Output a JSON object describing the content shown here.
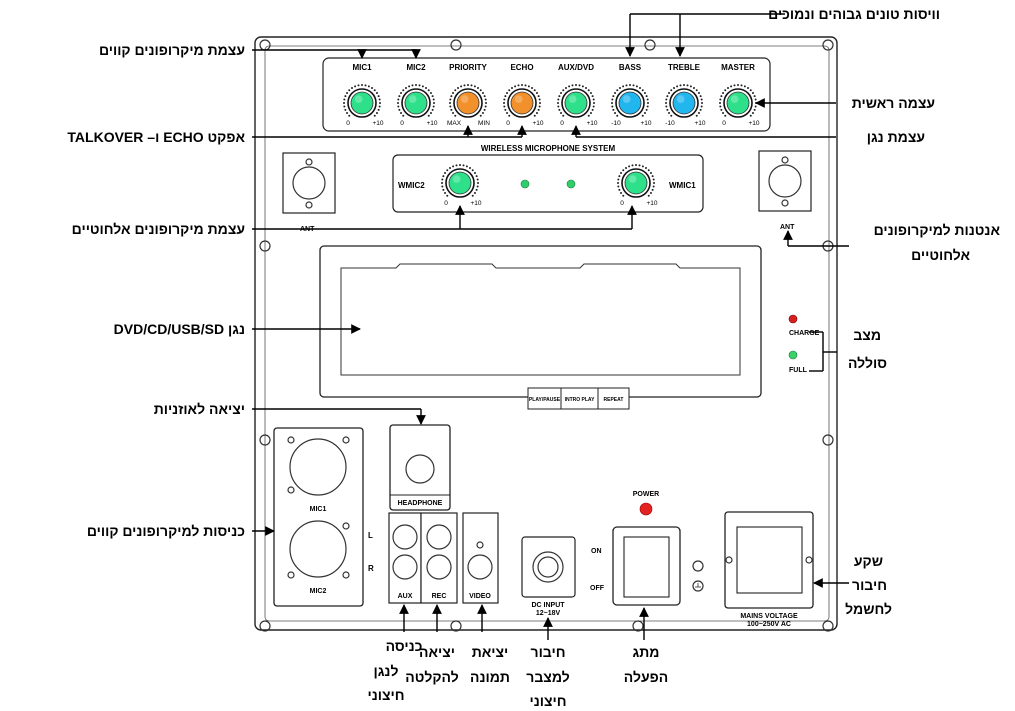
{
  "callouts": {
    "tone_adjust": "וויסות טונים גבוהים ונמוכים",
    "wired_mic_volume": "עצמת מיקרופונים קווים",
    "main_volume": "עצמה ראשית",
    "echo_talkover": "אפקט ECHO ו– TALKOVER",
    "player_volume": "עצמת נגן",
    "wireless_mic_volume": "עצמת מיקרופונים אלחוטיים",
    "antennas_line1": "אנטנות למיקרופונים",
    "antennas_line2": "אלחוטיים",
    "player": "נגן DVD/CD/USB/SD",
    "battery_line1": "מצב",
    "battery_line2": "סוללה",
    "headphone_out": "יציאה לאוזניות",
    "wired_mic_inputs": "כניסות למיקרופונים קווים",
    "mains_line1": "שקע",
    "mains_line2": "חיבור",
    "mains_line3": "לחשמל",
    "aux_in_line1": "כניסה",
    "aux_in_line2": "לנגן",
    "aux_in_line3": "חיצוני",
    "rec_out_line1": "יציאה",
    "rec_out_line2": "להקלטה",
    "video_out_line1": "יציאת",
    "video_out_line2": "תמונה",
    "dc_line1": "חיבור",
    "dc_line2": "למצבר",
    "dc_line3": "חיצוני",
    "power_line1": "מתג",
    "power_line2": "הפעלה"
  },
  "mixer": {
    "channels": [
      {
        "name": "MIC1",
        "min": "0",
        "max": "+10",
        "color": "#2ee08a"
      },
      {
        "name": "MIC2",
        "min": "0",
        "max": "+10",
        "color": "#2ee08a"
      },
      {
        "name": "PRIORITY",
        "min": "MAX",
        "max": "MIN",
        "color": "#f2912c"
      },
      {
        "name": "ECHO",
        "min": "0",
        "max": "+10",
        "color": "#f2912c"
      },
      {
        "name": "AUX/DVD",
        "min": "0",
        "max": "+10",
        "color": "#2ee08a"
      },
      {
        "name": "BASS",
        "min": "-10",
        "max": "+10",
        "color": "#22b6ef"
      },
      {
        "name": "TREBLE",
        "min": "-10",
        "max": "+10",
        "color": "#22b6ef"
      },
      {
        "name": "MASTER",
        "min": "0",
        "max": "+10",
        "color": "#2ee08a"
      }
    ]
  },
  "wireless": {
    "title": "WIRELESS MICROPHONE SYSTEM",
    "wmic2": "WMIC2",
    "wmic1": "WMIC1",
    "min": "0",
    "max": "+10",
    "knob_color": "#2ee08a",
    "led_color": "#2ecf6a"
  },
  "panel": {
    "ant": "ANT",
    "charge": "CHARGE",
    "full": "FULL",
    "charge_color": "#d42020",
    "full_color": "#3ad06a",
    "buttons": [
      "PLAY/PAUSE",
      "INTRO PLAY",
      "REPEAT"
    ],
    "headphone": "HEADPHONE",
    "mic1": "MIC1",
    "mic2": "MIC2",
    "l": "L",
    "r": "R",
    "aux": "AUX",
    "rec": "REC",
    "video": "VIDEO",
    "dc_input": "DC INPUT",
    "dc_voltage": "12~18V",
    "power": "POWER",
    "power_color": "#e52222",
    "on": "ON",
    "off": "OFF",
    "mains": "MAINS VOLTAGE",
    "mains_range": "100~250V AC"
  }
}
